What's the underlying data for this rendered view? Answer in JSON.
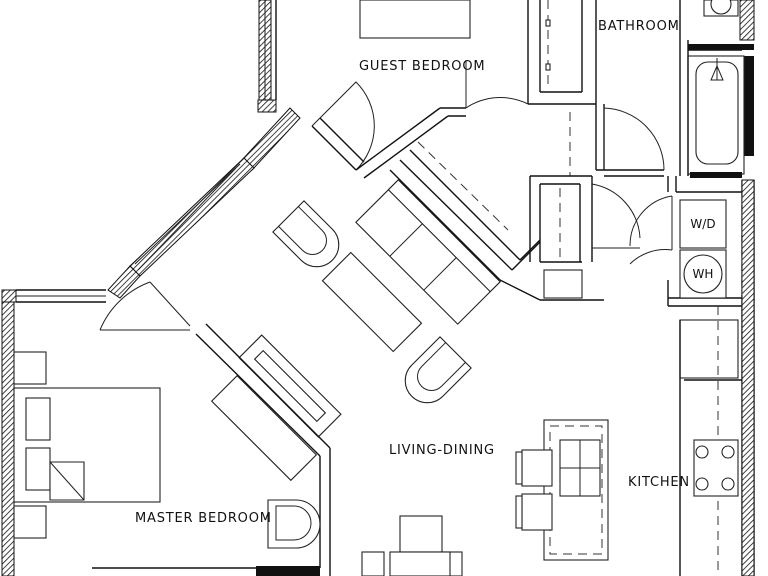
{
  "rooms": {
    "bathroom": "BATHROOM",
    "guest_bedroom": "GUEST BEDROOM",
    "living_dining": "LIVING-DINING",
    "kitchen": "KITCHEN",
    "master_bedroom": "MASTER BEDROOM"
  },
  "fixtures": {
    "washer_dryer": "W/D",
    "water_heater": "WH"
  }
}
